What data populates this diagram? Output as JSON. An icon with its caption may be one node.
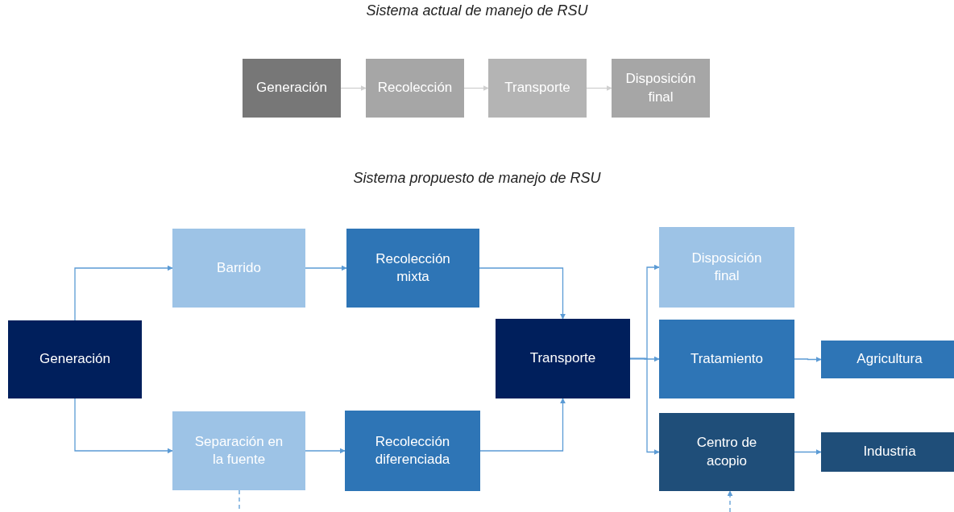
{
  "diagram": {
    "title": "Sistema actual de manejo de RSU",
    "nodes": [
      {
        "text": [
          "Generación"
        ]
      },
      {
        "text": [
          "Recolección"
        ]
      },
      {
        "text": [
          "Transporte"
        ]
      },
      {
        "text": [
          "Disposición final"
        ]
      },
      {
        "text": [
          "Generación"
        ]
      },
      {
        "text": [
          "Barrido"
        ]
      },
      {
        "text": [
          "Recolección mixta"
        ]
      },
      {
        "text": [
          "Separación en la fuente"
        ]
      },
      {
        "text": [
          "Recolección diferenciada"
        ]
      },
      {
        "text": [
          "Transporte"
        ]
      },
      {
        "text": [
          "Disposición final"
        ]
      },
      {
        "text": [
          "Tratamiento"
        ]
      },
      {
        "text": [
          "Centro de acopio"
        ]
      },
      {
        "text": [
          "Agricultura"
        ]
      },
      {
        "text": [
          "Industria"
        ]
      }
    ],
    "edges": [
      {
        "from": 0,
        "to": 1,
        "arrow": "to",
        "color": "#d0d0d0"
      },
      {
        "from": 1,
        "to": 2,
        "arrow": "to",
        "color": "#d0d0d0"
      },
      {
        "from": 2,
        "to": 3,
        "arrow": "to",
        "color": "#d0d0d0"
      },
      {
        "from": 4,
        "to": 5,
        "arrow": "to"
      },
      {
        "from": 4,
        "to": 7,
        "arrow": "to"
      },
      {
        "from": 5,
        "to": 6,
        "arrow": "to"
      },
      {
        "from": 7,
        "to": 8,
        "arrow": "to"
      },
      {
        "from": 6,
        "to": 9,
        "arrow": "to"
      },
      {
        "from": 8,
        "to": 9,
        "arrow": "to"
      },
      {
        "from": 9,
        "to": 10,
        "arrow": "to"
      },
      {
        "from": 9,
        "to": 11,
        "arrow": "to"
      },
      {
        "from": 9,
        "to": 12,
        "arrow": "to"
      },
      {
        "from": 11,
        "to": 13,
        "arrow": "to"
      },
      {
        "from": 12,
        "to": 14,
        "arrow": "to"
      },
      {
        "from": 7,
        "to": null,
        "arrow": "none",
        "style": "dashed"
      },
      {
        "from": null,
        "to": 12,
        "arrow": "to",
        "style": "dashed"
      }
    ],
    "labels": [
      "Sistema propuesto de manejo de RSU"
    ]
  }
}
